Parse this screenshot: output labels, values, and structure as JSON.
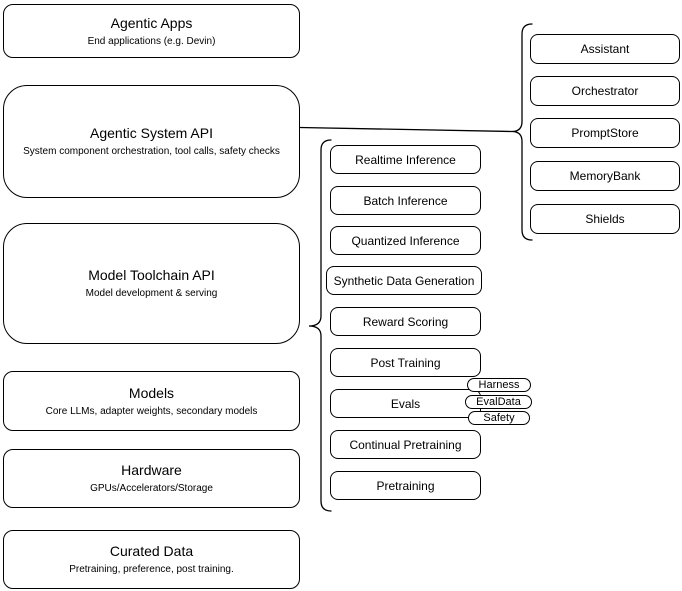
{
  "diagram": {
    "left_column": [
      {
        "title": "Agentic Apps",
        "subtitle": "End applications (e.g. Devin)"
      },
      {
        "title": "Agentic System API",
        "subtitle": "System component orchestration, tool calls, safety checks"
      },
      {
        "title": "Model Toolchain API",
        "subtitle": "Model development & serving"
      },
      {
        "title": "Models",
        "subtitle": "Core LLMs, adapter weights, secondary models"
      },
      {
        "title": "Hardware",
        "subtitle": "GPUs/Accelerators/Storage"
      },
      {
        "title": "Curated Data",
        "subtitle": "Pretraining, preference, post training."
      }
    ],
    "toolchain_components": [
      "Realtime Inference",
      "Batch Inference",
      "Quantized Inference",
      "Synthetic Data Generation",
      "Reward Scoring",
      "Post Training",
      "Evals",
      "Continual Pretraining",
      "Pretraining"
    ],
    "evals_tags": [
      "Harness",
      "EvalData",
      "Safety"
    ],
    "agentic_components": [
      "Assistant",
      "Orchestrator",
      "PromptStore",
      "MemoryBank",
      "Shields"
    ],
    "colors": {
      "stroke": "#000000",
      "background": "#ffffff",
      "text": "#000000"
    }
  }
}
